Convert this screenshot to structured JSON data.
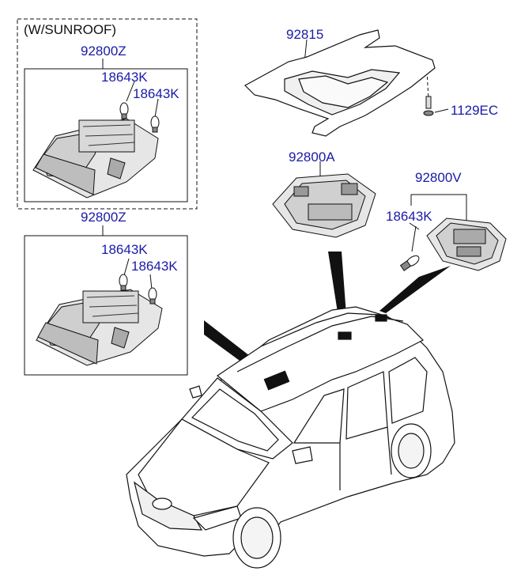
{
  "heading": "(W/SUNROOF)",
  "labels": {
    "frame_top": "92815",
    "screw": "1129EC",
    "lamp_top": "92800Z",
    "bulb_top_a": "18643K",
    "bulb_top_b": "18643K",
    "lamp_bottom": "92800Z",
    "bulb_bottom_a": "18643K",
    "bulb_bottom_b": "18643K",
    "lamp_center": "92800A",
    "lamp_room": "92800V",
    "bulb_room": "18643K"
  },
  "colors": {
    "part_number": "#1a1aa8",
    "line": "#111111",
    "fill_light": "#e6e6e6",
    "fill_mid": "#bdbdbd",
    "fill_dark": "#111111"
  }
}
